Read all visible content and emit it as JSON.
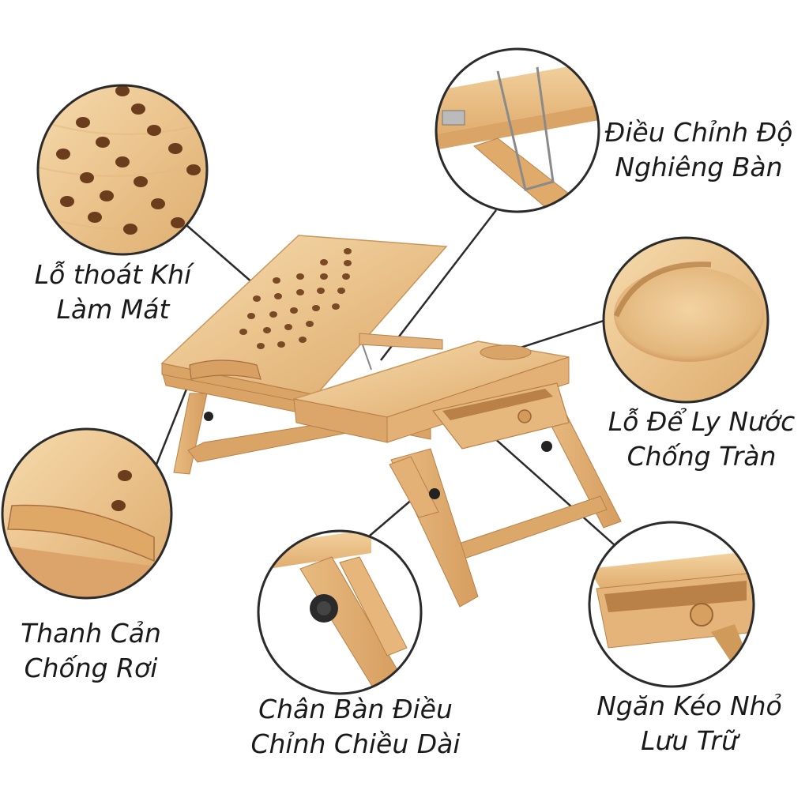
{
  "features": {
    "vent_holes": {
      "line1": "Lỗ thoát Khí",
      "line2": "Làm Mát",
      "icon": "vent-holes-icon"
    },
    "tilt_adjust": {
      "line1": "Điều Chỉnh Độ",
      "line2": "Nghiêng Bàn",
      "icon": "tilt-bracket-icon"
    },
    "cup_holder": {
      "line1": "Lỗ Để Ly Nước",
      "line2": "Chống Tràn",
      "icon": "cup-holder-icon"
    },
    "stopper_bar": {
      "line1": "Thanh Cản",
      "line2": "Chống Rơi",
      "icon": "stopper-bar-icon"
    },
    "adjustable_legs": {
      "line1": "Chân Bàn Điều",
      "line2": "Chỉnh Chiều Dài",
      "icon": "adjustable-leg-icon"
    },
    "drawer": {
      "line1": "Ngăn Kéo Nhỏ",
      "line2": "Lưu Trữ",
      "icon": "drawer-icon"
    }
  },
  "colors": {
    "wood_light": "#f0cf9c",
    "wood_mid": "#e2b27a",
    "wood_dark": "#c98e55",
    "hole": "#6b3d1c",
    "knob": "#222222",
    "callout_line": "#2b2b2b",
    "circle_border": "#2b2b2b"
  }
}
